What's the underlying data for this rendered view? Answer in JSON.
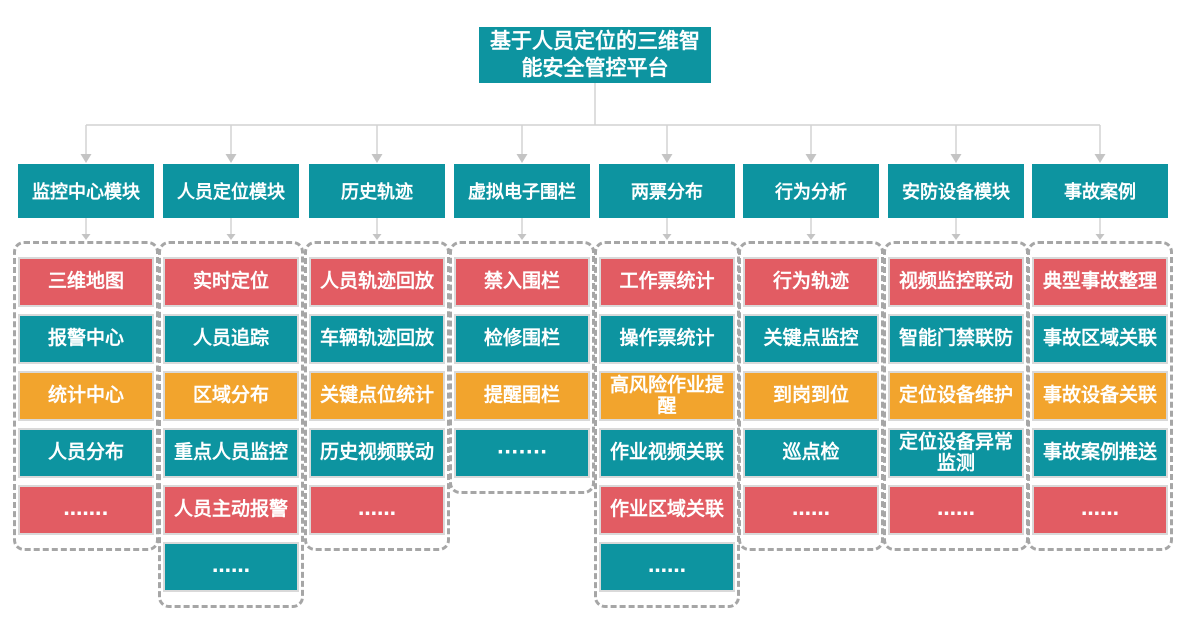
{
  "title": "基于人员定位的三维智能安全管控平台",
  "colors": {
    "teal": "#0d94a0",
    "red": "#e25c63",
    "orange": "#f2a42d",
    "dashed_border": "#a6a6a6",
    "item_border": "#d9d9d9",
    "connector_line": "#d2d2d2",
    "arrow": "#c4c4c4",
    "background": "#ffffff"
  },
  "columns": [
    {
      "header": "监控中心模块",
      "items": [
        {
          "label": "三维地图",
          "color": "red"
        },
        {
          "label": "报警中心",
          "color": "teal"
        },
        {
          "label": "统计中心",
          "color": "orange"
        },
        {
          "label": "人员分布",
          "color": "teal"
        },
        {
          "label": "…….",
          "color": "red"
        }
      ]
    },
    {
      "header": "人员定位模块",
      "items": [
        {
          "label": "实时定位",
          "color": "red"
        },
        {
          "label": "人员追踪",
          "color": "teal"
        },
        {
          "label": "区域分布",
          "color": "orange"
        },
        {
          "label": "重点人员监控",
          "color": "teal"
        },
        {
          "label": "人员主动报警",
          "color": "red"
        },
        {
          "label": "……",
          "color": "teal"
        }
      ]
    },
    {
      "header": "历史轨迹",
      "items": [
        {
          "label": "人员轨迹回放",
          "color": "red"
        },
        {
          "label": "车辆轨迹回放",
          "color": "teal"
        },
        {
          "label": "关键点位统计",
          "color": "orange"
        },
        {
          "label": "历史视频联动",
          "color": "teal"
        },
        {
          "label": "……",
          "color": "red"
        }
      ]
    },
    {
      "header": "虚拟电子围栏",
      "items": [
        {
          "label": "禁入围栏",
          "color": "red"
        },
        {
          "label": "检修围栏",
          "color": "teal"
        },
        {
          "label": "提醒围栏",
          "color": "orange"
        },
        {
          "label": "·······",
          "color": "teal"
        }
      ]
    },
    {
      "header": "两票分布",
      "items": [
        {
          "label": "工作票统计",
          "color": "red"
        },
        {
          "label": "操作票统计",
          "color": "teal"
        },
        {
          "label": "高风险作业提醒",
          "color": "orange"
        },
        {
          "label": "作业视频关联",
          "color": "teal"
        },
        {
          "label": "作业区域关联",
          "color": "red"
        },
        {
          "label": "……",
          "color": "teal"
        }
      ]
    },
    {
      "header": "行为分析",
      "items": [
        {
          "label": "行为轨迹",
          "color": "red"
        },
        {
          "label": "关键点监控",
          "color": "teal"
        },
        {
          "label": "到岗到位",
          "color": "orange"
        },
        {
          "label": "巡点检",
          "color": "teal"
        },
        {
          "label": "……",
          "color": "red"
        }
      ]
    },
    {
      "header": "安防设备模块",
      "items": [
        {
          "label": "视频监控联动",
          "color": "red"
        },
        {
          "label": "智能门禁联防",
          "color": "teal"
        },
        {
          "label": "定位设备维护",
          "color": "orange"
        },
        {
          "label": "定位设备异常监测",
          "color": "teal"
        },
        {
          "label": "……",
          "color": "red"
        }
      ]
    },
    {
      "header": "事故案例",
      "items": [
        {
          "label": "典型事故整理",
          "color": "red"
        },
        {
          "label": "事故区域关联",
          "color": "teal"
        },
        {
          "label": "事故设备关联",
          "color": "orange"
        },
        {
          "label": "事故案例推送",
          "color": "teal"
        },
        {
          "label": "……",
          "color": "red"
        }
      ]
    }
  ]
}
